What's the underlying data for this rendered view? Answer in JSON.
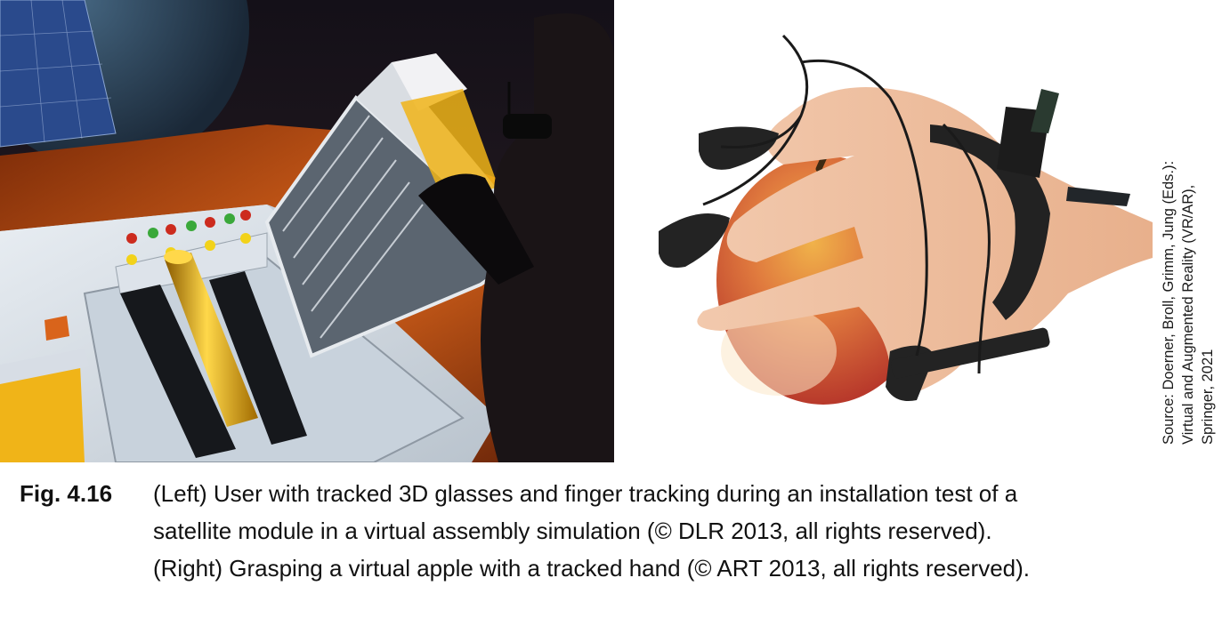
{
  "source": {
    "lines": [
      "Source: Doerner, Broll, Grimm, Jung (Eds.):",
      "Virtual and Augmented Reality (VR/AR),",
      "Springer, 2021"
    ]
  },
  "caption": {
    "label": "Fig. 4.16",
    "lines": [
      "(Left) User with tracked 3D glasses and finger tracking during an installation test of a",
      "satellite module in a virtual assembly simulation (© DLR 2013, all rights reserved).",
      "(Right) Grasping a virtual apple with a tracked hand (© ART 2013, all rights reserved)."
    ]
  },
  "colors": {
    "caption_text": "#111111",
    "panel_light": "#dfe6ee",
    "apple_red": "#d8453a",
    "lava_orange": "#d9641b",
    "tracker_black": "#242424"
  }
}
